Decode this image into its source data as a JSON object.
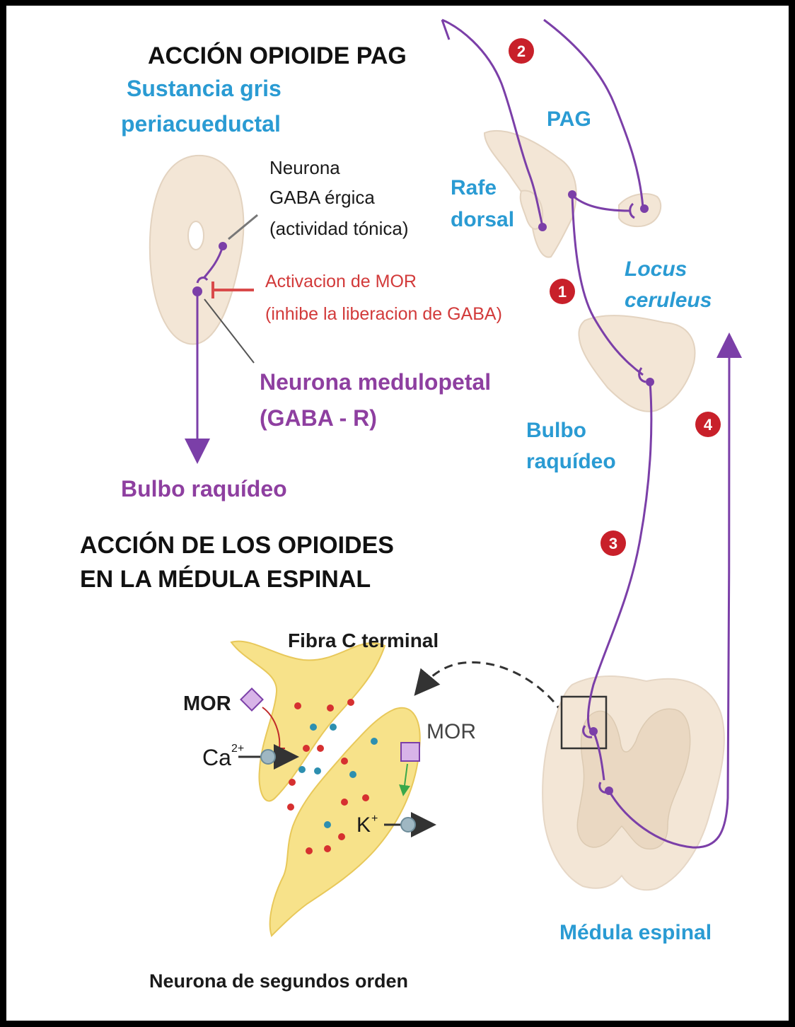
{
  "pag_section": {
    "title": "ACCIÓN OPIOIDE PAG",
    "region_line1": "Sustancia gris",
    "region_line2": "periacueductal",
    "gaba_neuron_line1": "Neurona",
    "gaba_neuron_line2": "GABA érgica",
    "gaba_neuron_line3": "(actividad tónica)",
    "mor_activation_line1": "Activacion de MOR",
    "mor_activation_line2": "(inhibe la liberacion de GABA)",
    "medulopetal_line1": "Neurona medulopetal",
    "medulopetal_line2": "(GABA - R)",
    "target_label": "Bulbo raquídeo"
  },
  "spinal_section": {
    "title_line1": "ACCIÓN DE LOS OPIOIDES",
    "title_line2": "EN LA MÉDULA ESPINAL",
    "fiber_label": "Fibra C terminal",
    "mor_left_label": "MOR",
    "mor_right_label": "MOR",
    "calcium_label": "Ca",
    "calcium_charge": "2+",
    "potassium_label": "K",
    "potassium_charge": "+",
    "second_order_label": "Neurona de segundos orden"
  },
  "pathway": {
    "pag_label": "PAG",
    "rafe_line1": "Rafe",
    "rafe_line2": "dorsal",
    "locus_line1": "Locus",
    "locus_line2": "ceruleus",
    "bulbo_line1": "Bulbo",
    "bulbo_line2": "raquídeo",
    "medula_label": "Médula espinal",
    "step1": "1",
    "step2": "2",
    "step3": "3",
    "step4": "4"
  },
  "colors": {
    "neuron": "#7b3fa8",
    "blue_label": "#2a9bd3",
    "purple_label": "#8e3fa0",
    "red_label": "#d23a3a",
    "tissue": "#f3e6d6",
    "terminal": "#f7e28a",
    "badge": "#c8202a"
  }
}
